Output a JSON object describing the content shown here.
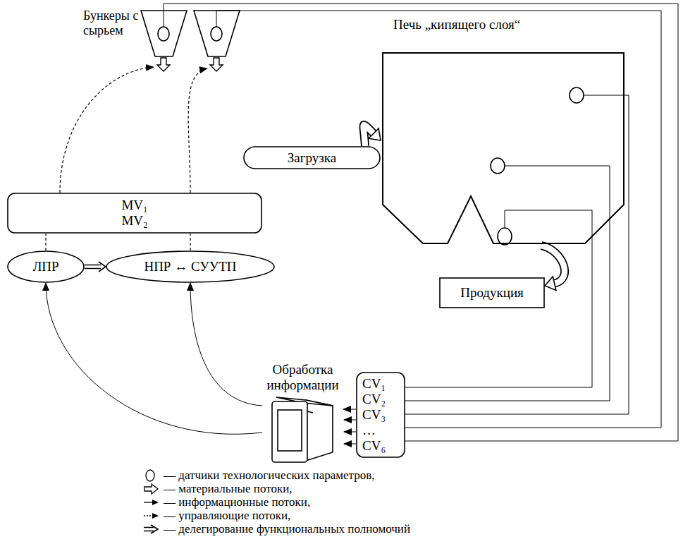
{
  "diagram": {
    "nodes": [
      {
        "text": [
          "Печь „кипящего слоя“"
        ]
      },
      {
        "text": [
          "Загрузка"
        ]
      },
      {
        "text": [
          "MV₁",
          "MV₂"
        ]
      },
      {
        "text": [
          "ЛПР"
        ]
      },
      {
        "text": [
          "НПР ↔ СУУТП"
        ]
      },
      {
        "text": [
          "Продукция"
        ]
      },
      {
        "text": [
          "Обработка информации"
        ]
      },
      {
        "text": [
          "CV₁",
          "CV₂",
          "CV₃",
          "…",
          "CV₆"
        ]
      }
    ],
    "edges": [
      {
        "from": 3,
        "to": 4,
        "arrow": "to"
      },
      {
        "from": 6,
        "to": 3,
        "arrow": "to"
      },
      {
        "from": 6,
        "to": 4,
        "arrow": "to"
      },
      {
        "from": 7,
        "to": 6,
        "arrow": "to"
      },
      {
        "from": 3,
        "to": 2,
        "arrow": "none"
      },
      {
        "from": 4,
        "to": 2,
        "arrow": "none"
      },
      {
        "from": 1,
        "to": 0,
        "arrow": "to"
      },
      {
        "from": 0,
        "to": 5,
        "arrow": "to"
      }
    ],
    "labels": [
      "Бункеры с сырьем"
    ],
    "legend": [
      {
        "text": "— датчики технологических параметров,"
      },
      {
        "text": "— материальные потоки,"
      },
      {
        "text": "— информационные потоки,"
      },
      {
        "text": "— управляющие потоки,"
      },
      {
        "text": "— делегирование функциональных полномочий"
      }
    ]
  }
}
